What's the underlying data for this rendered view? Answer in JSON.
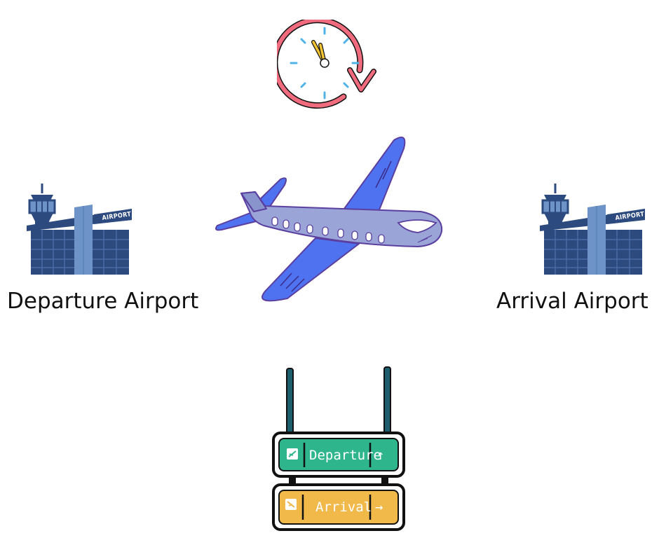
{
  "diagram": {
    "departure_label": "Departure Airport",
    "arrival_label": "Arrival Airport",
    "building_sign_text": "AIRPORT",
    "sign": {
      "departure_text": "Departure",
      "departure_arrow": "↑",
      "arrival_text": "Arrival",
      "arrival_arrow": "→"
    }
  },
  "colors": {
    "clock_ring": "#f06b7e",
    "clock_ticks": "#4fb3e8",
    "clock_hands": "#f2c433",
    "plane_body": "#9aa4d6",
    "plane_wing": "#4f73f0",
    "plane_outline": "#5a3fa0",
    "airport_dark": "#2d4a7f",
    "airport_light": "#6d93c9",
    "sign_departure": "#2fb58c",
    "sign_arrival": "#f1b84a",
    "sign_frame": "#111111",
    "sign_pole": "#1c5d6e"
  },
  "icons": [
    "clock-refresh-icon",
    "airplane-icon",
    "airport-building-icon",
    "departure-arrival-sign-icon"
  ]
}
